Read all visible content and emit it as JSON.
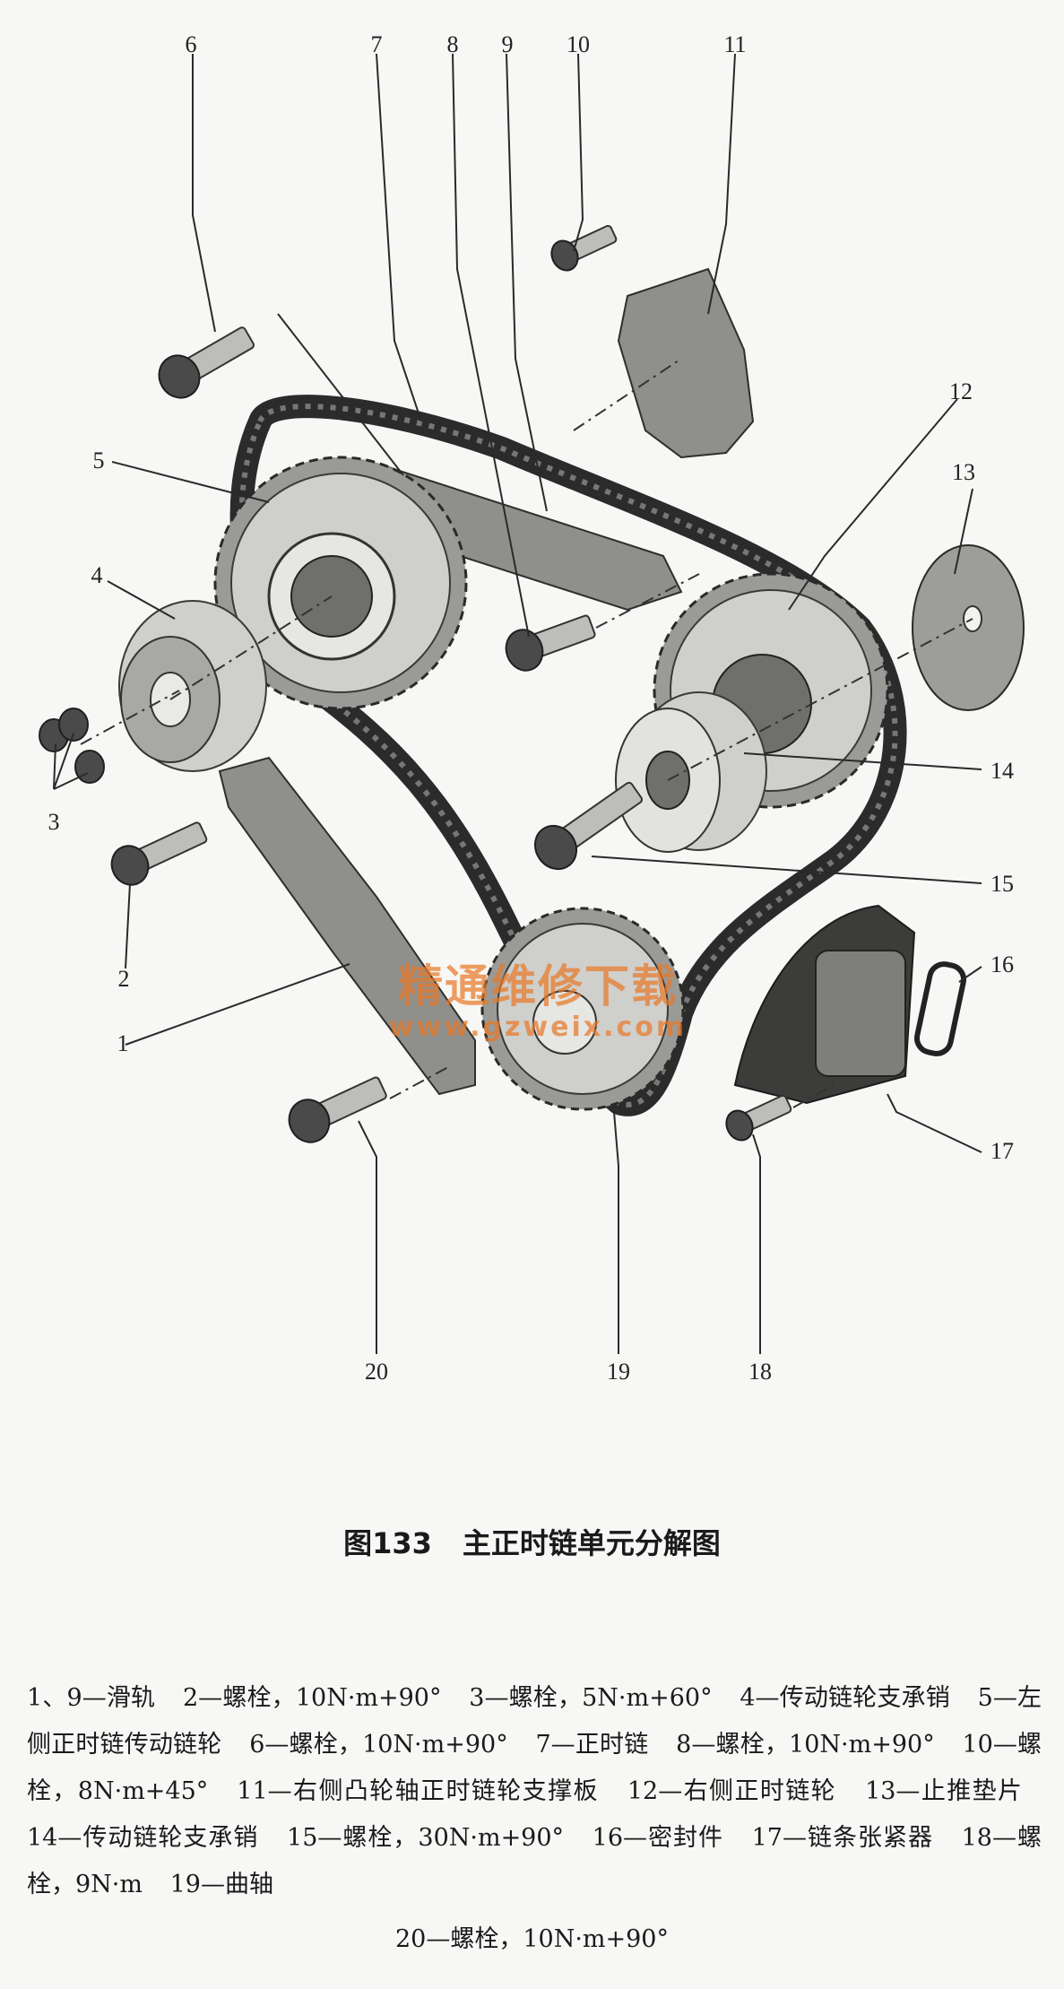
{
  "callouts": [
    "1",
    "2",
    "3",
    "4",
    "5",
    "6",
    "7",
    "8",
    "9",
    "10",
    "11",
    "12",
    "13",
    "14",
    "15",
    "16",
    "17",
    "18",
    "19",
    "20"
  ],
  "watermark": {
    "cn": "精通维修下载",
    "url": "www.gzweix.com"
  },
  "caption": {
    "figure": "图133",
    "title": "主正时链单元分解图"
  },
  "legend": [
    "1、9—滑轨",
    "2—螺栓，10N·m+90°",
    "3—螺栓，5N·m+60°",
    "4—传动链轮支承销",
    "5—左侧正时链传动链轮",
    "6—螺栓，10N·m+90°",
    "7—正时链",
    "8—螺栓，10N·m+90°",
    "10—螺栓，8N·m+45°",
    "11—右侧凸轮轴正时链轮支撑板",
    "12—右侧正时链轮",
    "13—止推垫片",
    "14—传动链轮支承销",
    "15—螺栓，30N·m+90°",
    "16—密封件",
    "17—链条张紧器",
    "18—螺栓，9N·m",
    "19—曲轴"
  ],
  "legend_tail": "20—螺栓，10N·m+90°"
}
